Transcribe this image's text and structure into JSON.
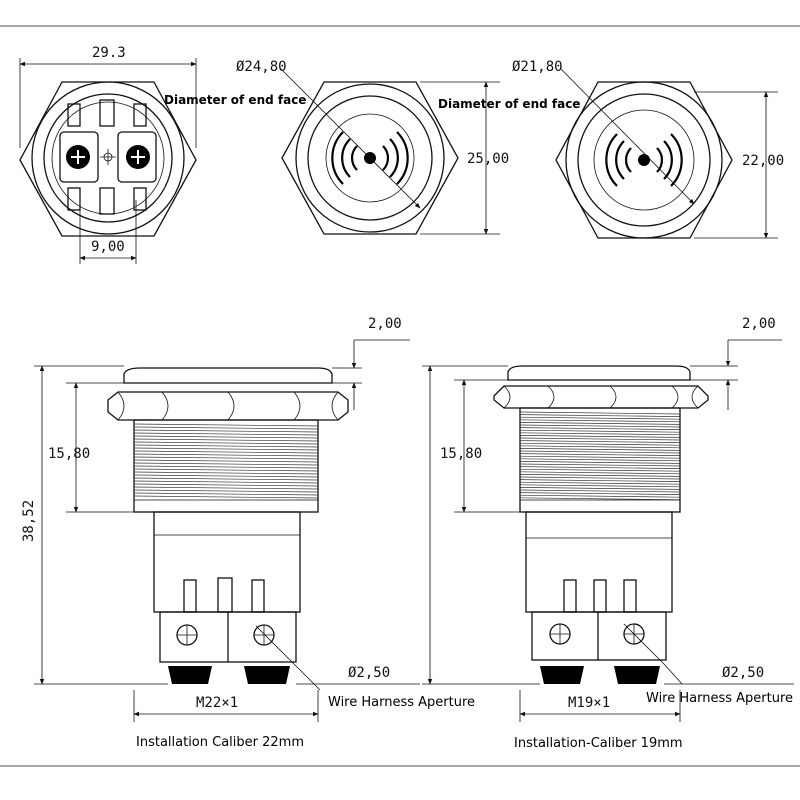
{
  "top_views": {
    "rear": {
      "width_label": "29.3",
      "pin_spacing_label": "9,00"
    },
    "front_22": {
      "diameter_label": "Ø24,80",
      "annotation": "Diameter of end face",
      "height_label": "25,00"
    },
    "front_19": {
      "diameter_label": "Ø21,80",
      "annotation": "Diameter of end face",
      "height_label": "22,00"
    }
  },
  "side_views": {
    "left": {
      "flange_label": "2,00",
      "thread_length_label": "15,80",
      "total_length_label": "38,52",
      "aperture_label": "Ø2,50",
      "thread_label": "M22×1",
      "aperture_annotation": "Wire Harness Aperture",
      "caption": "Installation Caliber 22mm"
    },
    "right": {
      "flange_label": "2,00",
      "thread_length_label": "15,80",
      "aperture_label": "Ø2,50",
      "thread_label": "M19×1",
      "aperture_annotation": "Wire Harness Aperture",
      "caption": "Installation-Caliber 19mm"
    }
  }
}
